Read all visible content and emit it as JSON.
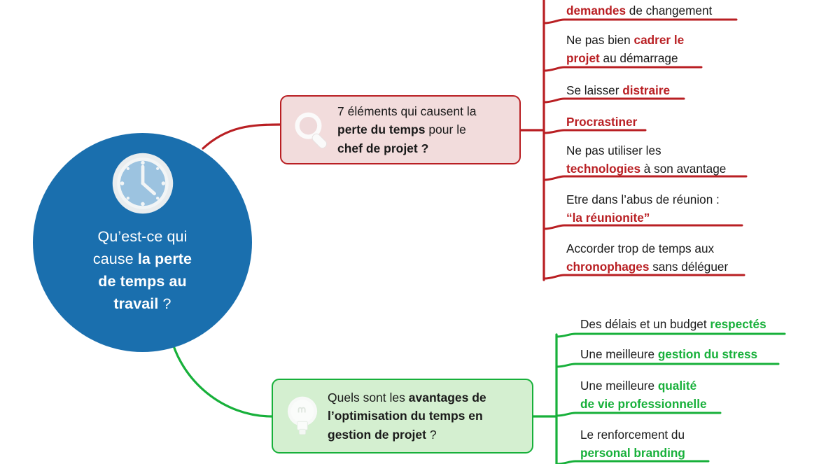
{
  "diagram": {
    "type": "mind-map",
    "language": "fr",
    "colors": {
      "center_fill": "#1A6FAE",
      "center_text": "#FFFFFF",
      "red_accent": "#B91F23",
      "red_box_fill": "#F2DCDC",
      "green_accent": "#17B03A",
      "green_box_fill": "#D4EFD0",
      "body_text": "#1A1A1A"
    }
  },
  "center": {
    "icon": "clock-icon",
    "line1_plain": "Qu’est-ce qui",
    "line2_plain": "cause ",
    "line2_bold": "la perte",
    "line3_bold": "de temps au",
    "line4_bold": "travail",
    "line4_plain": " ?",
    "full_text": "Qu’est-ce qui cause la perte de temps au travail ?"
  },
  "branches": [
    {
      "id": "red",
      "icon": "magnifier-icon",
      "accent": "#B91F23",
      "box": {
        "line1_plain": "7 éléments qui causent la",
        "line2_bold": "perte du temps",
        "line2_plain": " pour le",
        "line3_bold": "chef de projet ?",
        "full_text": "7 éléments qui causent la perte du temps pour le chef de projet ?"
      },
      "items": [
        {
          "lines": [
            {
              "plain_before": "",
              "bold": "demandes",
              "plain_after": " de changement"
            }
          ],
          "full_text": "demandes de changement",
          "clipped_top": true
        },
        {
          "lines": [
            {
              "plain_before": "Ne pas bien ",
              "bold": "cadrer le",
              "plain_after": ""
            },
            {
              "plain_before": "",
              "bold": "projet",
              "plain_after": " au démarrage"
            }
          ],
          "full_text": "Ne pas bien cadrer le projet au démarrage"
        },
        {
          "lines": [
            {
              "plain_before": "Se laisser ",
              "bold": "distraire",
              "plain_after": ""
            }
          ],
          "full_text": "Se laisser distraire"
        },
        {
          "lines": [
            {
              "plain_before": "",
              "bold": "Procrastiner",
              "plain_after": ""
            }
          ],
          "full_text": "Procrastiner"
        },
        {
          "lines": [
            {
              "plain_before": "Ne pas utiliser les",
              "bold": "",
              "plain_after": ""
            },
            {
              "plain_before": "",
              "bold": "technologies",
              "plain_after": " à son avantage"
            }
          ],
          "full_text": "Ne pas utiliser les technologies à son avantage"
        },
        {
          "lines": [
            {
              "plain_before": "Etre dans l’abus de réunion :",
              "bold": "",
              "plain_after": ""
            },
            {
              "plain_before": "",
              "bold": "“la réunionite”",
              "plain_after": ""
            }
          ],
          "full_text": "Etre dans l’abus de réunion : “la réunionite”"
        },
        {
          "lines": [
            {
              "plain_before": "Accorder trop de temps aux",
              "bold": "",
              "plain_after": ""
            },
            {
              "plain_before": "",
              "bold": "chronophages",
              "plain_after": " sans déléguer"
            }
          ],
          "full_text": "Accorder trop de temps aux chronophages sans déléguer"
        }
      ]
    },
    {
      "id": "green",
      "icon": "lightbulb-icon",
      "accent": "#17B03A",
      "box": {
        "line1_plain": "Quels sont les ",
        "line1_bold": "avantages de",
        "line2_bold": "l’optimisation du temps en",
        "line3_bold": "gestion de projet",
        "line3_plain": " ?",
        "full_text": "Quels sont les avantages de l’optimisation du temps en gestion de projet ?"
      },
      "items": [
        {
          "lines": [
            {
              "plain_before": "Des délais et un budget ",
              "bold": "respectés",
              "plain_after": ""
            }
          ],
          "full_text": "Des délais et un budget respectés"
        },
        {
          "lines": [
            {
              "plain_before": "Une meilleure ",
              "bold": "gestion du stress",
              "plain_after": ""
            }
          ],
          "full_text": "Une meilleure gestion du stress"
        },
        {
          "lines": [
            {
              "plain_before": "Une meilleure ",
              "bold": "qualité",
              "plain_after": ""
            },
            {
              "plain_before": "",
              "bold": "de vie professionnelle",
              "plain_after": ""
            }
          ],
          "full_text": "Une meilleure qualité de vie professionnelle"
        },
        {
          "lines": [
            {
              "plain_before": "Le renforcement du",
              "bold": "",
              "plain_after": ""
            },
            {
              "plain_before": "",
              "bold": "personal branding",
              "plain_after": ""
            }
          ],
          "full_text": "Le renforcement du personal branding",
          "clipped_bottom": true
        }
      ]
    }
  ]
}
